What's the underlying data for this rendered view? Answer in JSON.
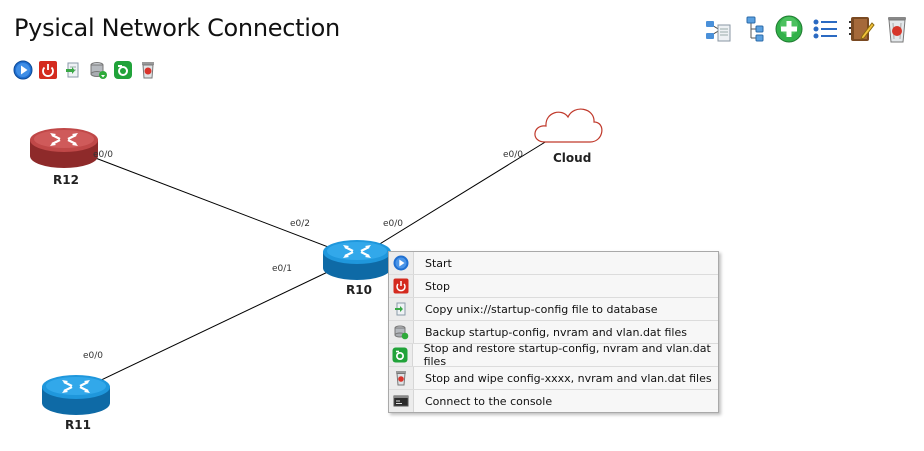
{
  "page": {
    "title": "Pysical Network Connection"
  },
  "toolbar_left": [
    {
      "name": "start-all-button",
      "icon": "play-icon"
    },
    {
      "name": "stop-all-button",
      "icon": "power-icon"
    },
    {
      "name": "export-config-button",
      "icon": "export-doc-icon"
    },
    {
      "name": "backup-button",
      "icon": "database-icon"
    },
    {
      "name": "restore-button",
      "icon": "restore-icon"
    },
    {
      "name": "wipe-button",
      "icon": "wipe-icon"
    }
  ],
  "toolbar_right": [
    {
      "name": "topology-list-button",
      "icon": "topology-icon"
    },
    {
      "name": "tree-view-button",
      "icon": "tree-icon"
    },
    {
      "name": "add-node-button",
      "icon": "plus-circle-icon"
    },
    {
      "name": "list-view-button",
      "icon": "list-icon"
    },
    {
      "name": "edit-notes-button",
      "icon": "notebook-edit-icon"
    },
    {
      "name": "delete-lab-button",
      "icon": "trash-icon"
    }
  ],
  "nodes": {
    "r12": {
      "label": "R12",
      "type": "router-stopped",
      "color": "#b23b3b"
    },
    "r10": {
      "label": "R10",
      "type": "router-running",
      "color": "#1a8fd6"
    },
    "r11": {
      "label": "R11",
      "type": "router-running",
      "color": "#1a8fd6"
    },
    "cloud": {
      "label": "Cloud",
      "type": "cloud"
    }
  },
  "links": {
    "r12_r10": {
      "a_label": "e0/0",
      "b_label": "e0/2"
    },
    "cloud_r10": {
      "a_label": "e0/0",
      "b_label": "e0/0"
    },
    "r11_r10": {
      "a_label": "e0/0",
      "b_label": "e0/1"
    }
  },
  "context_menu": {
    "items": [
      {
        "label": "Start",
        "icon": "play-icon"
      },
      {
        "label": "Stop",
        "icon": "power-icon"
      },
      {
        "label": "Copy unix://startup-config file to database",
        "icon": "export-doc-icon"
      },
      {
        "label": "Backup startup-config, nvram and vlan.dat files",
        "icon": "database-icon"
      },
      {
        "label": "Stop and restore startup-config, nvram and vlan.dat files",
        "icon": "restore-icon"
      },
      {
        "label": "Stop and wipe config-xxxx, nvram and vlan.dat files",
        "icon": "wipe-icon"
      },
      {
        "label": "Connect to the console",
        "icon": "console-icon"
      }
    ]
  },
  "colors": {
    "link": "#000000",
    "router_running": "#1a8fd6",
    "router_stopped": "#b23b3b",
    "accent_green": "#2eaa3a"
  }
}
